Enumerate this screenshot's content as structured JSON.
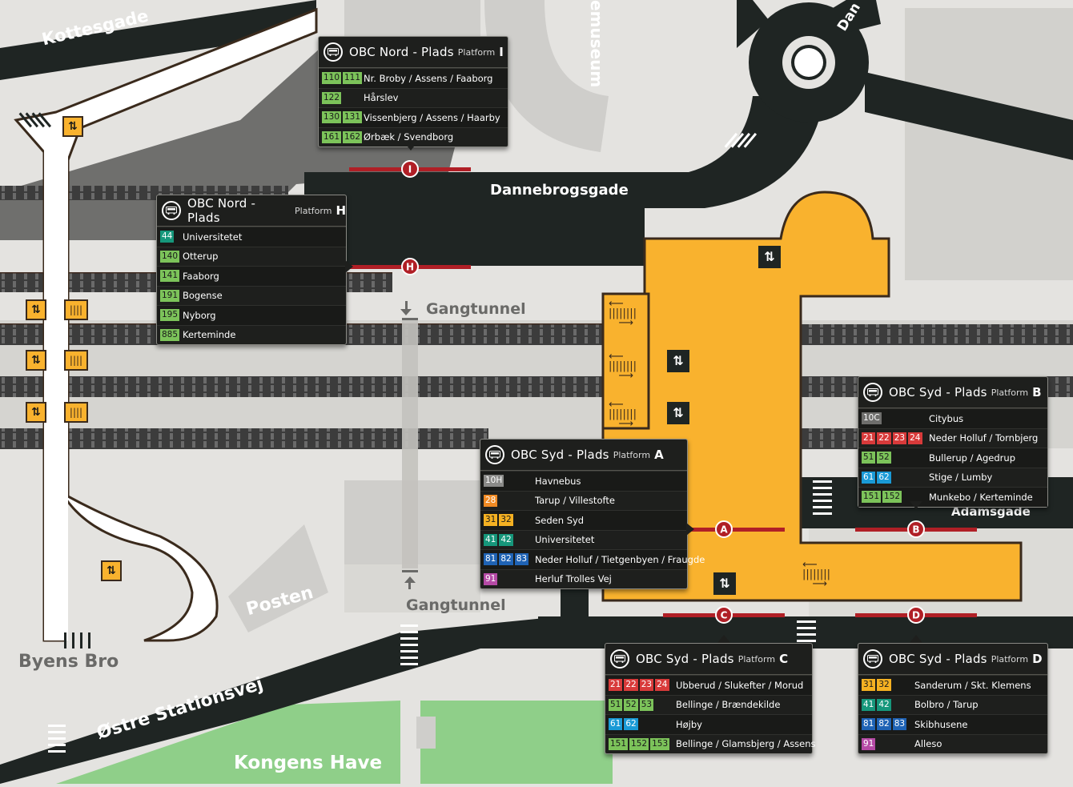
{
  "colors": {
    "background": "#e4e3e0",
    "road": "#1f2523",
    "station": "#f9b22e",
    "platform_red": "#b01f26",
    "rail": "#4a4a4a",
    "park": "#8fcf89"
  },
  "streets": {
    "kottesgade": "Kottesgade",
    "dannebrogsgade": "Dannebrogsgade",
    "dan_partial": "Dan",
    "museum_partial": "emuseum",
    "adamsgade": "Adamsgade",
    "ostre_stationsvej": "Østre Stationsvej",
    "byens_bro": "Byens Bro",
    "gangtunnel_top": "Gangtunnel",
    "gangtunnel_bottom": "Gangtunnel",
    "posten": "Posten",
    "kongens_have": "Kongens Have"
  },
  "icons": {
    "stairs": "stairs-up-down-icon",
    "escalator": "escalator-icon",
    "bus": "bus-icon",
    "arrow_down": "arrow-down-icon",
    "arrow_up": "arrow-up-icon"
  },
  "platforms": [
    {
      "id": "I",
      "title": "OBC Nord - Plads",
      "platform_word": "Platform",
      "letter": "I",
      "routes": [
        {
          "badges": [
            {
              "t": "110",
              "c": "#7cc35a"
            },
            {
              "t": "111",
              "c": "#7cc35a"
            }
          ],
          "dest": "Nr. Broby / Assens / Faaborg"
        },
        {
          "badges": [
            {
              "t": "122",
              "c": "#7cc35a"
            }
          ],
          "dest": "Hårslev"
        },
        {
          "badges": [
            {
              "t": "130",
              "c": "#7cc35a"
            },
            {
              "t": "131",
              "c": "#7cc35a"
            }
          ],
          "dest": "Vissenbjerg / Assens / Haarby"
        },
        {
          "badges": [
            {
              "t": "161",
              "c": "#7cc35a"
            },
            {
              "t": "162",
              "c": "#7cc35a"
            }
          ],
          "dest": "Ørbæk / Svendborg"
        }
      ]
    },
    {
      "id": "H",
      "title": "OBC Nord - Plads",
      "platform_word": "Platform",
      "letter": "H",
      "routes": [
        {
          "badges": [
            {
              "t": "44",
              "c": "#16977b"
            }
          ],
          "dest": "Universitetet"
        },
        {
          "badges": [
            {
              "t": "140",
              "c": "#7cc35a"
            }
          ],
          "dest": "Otterup"
        },
        {
          "badges": [
            {
              "t": "141",
              "c": "#7cc35a"
            }
          ],
          "dest": "Faaborg"
        },
        {
          "badges": [
            {
              "t": "191",
              "c": "#7cc35a"
            }
          ],
          "dest": "Bogense"
        },
        {
          "badges": [
            {
              "t": "195",
              "c": "#7cc35a"
            }
          ],
          "dest": "Nyborg"
        },
        {
          "badges": [
            {
              "t": "885",
              "c": "#7cc35a"
            }
          ],
          "dest": "Kerteminde"
        }
      ]
    },
    {
      "id": "A",
      "title": "OBC Syd - Plads",
      "platform_word": "Platform",
      "letter": "A",
      "routes": [
        {
          "badges": [
            {
              "t": "10H",
              "c": "#8a8a88"
            }
          ],
          "dest": "Havnebus"
        },
        {
          "badges": [
            {
              "t": "28",
              "c": "#f08a24"
            }
          ],
          "dest": "Tarup / Villestofte"
        },
        {
          "badges": [
            {
              "t": "31",
              "c": "#f5b122"
            },
            {
              "t": "32",
              "c": "#f5b122"
            }
          ],
          "dest": "Seden Syd"
        },
        {
          "badges": [
            {
              "t": "41",
              "c": "#16977b"
            },
            {
              "t": "42",
              "c": "#16977b"
            }
          ],
          "dest": "Universitetet"
        },
        {
          "badges": [
            {
              "t": "81",
              "c": "#1f63b5"
            },
            {
              "t": "82",
              "c": "#1f63b5"
            },
            {
              "t": "83",
              "c": "#1f63b5"
            }
          ],
          "dest": "Neder Holluf / Tietgenbyen / Fraugde"
        },
        {
          "badges": [
            {
              "t": "91",
              "c": "#b54aa5"
            }
          ],
          "dest": "Herluf Trolles Vej"
        }
      ]
    },
    {
      "id": "B",
      "title": "OBC Syd - Plads",
      "platform_word": "Platform",
      "letter": "B",
      "routes": [
        {
          "badges": [
            {
              "t": "10C",
              "c": "#6e6e6c"
            }
          ],
          "dest": "Citybus"
        },
        {
          "badges": [
            {
              "t": "21",
              "c": "#d83a3a"
            },
            {
              "t": "22",
              "c": "#d83a3a"
            },
            {
              "t": "23",
              "c": "#d83a3a"
            },
            {
              "t": "24",
              "c": "#d83a3a"
            }
          ],
          "dest": "Neder Holluf / Tornbjerg"
        },
        {
          "badges": [
            {
              "t": "51",
              "c": "#7cc35a"
            },
            {
              "t": "52",
              "c": "#7cc35a"
            }
          ],
          "dest": "Bullerup / Agedrup"
        },
        {
          "badges": [
            {
              "t": "61",
              "c": "#1a9ad6"
            },
            {
              "t": "62",
              "c": "#1a9ad6"
            }
          ],
          "dest": "Stige / Lumby"
        },
        {
          "badges": [
            {
              "t": "151",
              "c": "#7cc35a"
            },
            {
              "t": "152",
              "c": "#7cc35a"
            }
          ],
          "dest": "Munkebo / Kerteminde"
        }
      ]
    },
    {
      "id": "C",
      "title": "OBC Syd - Plads",
      "platform_word": "Platform",
      "letter": "C",
      "routes": [
        {
          "badges": [
            {
              "t": "21",
              "c": "#d83a3a"
            },
            {
              "t": "22",
              "c": "#d83a3a"
            },
            {
              "t": "23",
              "c": "#d83a3a"
            },
            {
              "t": "24",
              "c": "#d83a3a"
            }
          ],
          "dest": "Ubberud / Slukefter / Morud"
        },
        {
          "badges": [
            {
              "t": "51",
              "c": "#7cc35a"
            },
            {
              "t": "52",
              "c": "#7cc35a"
            },
            {
              "t": "53",
              "c": "#7cc35a"
            }
          ],
          "dest": "Bellinge / Brændekilde"
        },
        {
          "badges": [
            {
              "t": "61",
              "c": "#1a9ad6"
            },
            {
              "t": "62",
              "c": "#1a9ad6"
            }
          ],
          "dest": "Højby"
        },
        {
          "badges": [
            {
              "t": "151",
              "c": "#7cc35a"
            },
            {
              "t": "152",
              "c": "#7cc35a"
            },
            {
              "t": "153",
              "c": "#7cc35a"
            }
          ],
          "dest": "Bellinge / Glamsbjerg / Assens"
        }
      ]
    },
    {
      "id": "D",
      "title": "OBC Syd - Plads",
      "platform_word": "Platform",
      "letter": "D",
      "routes": [
        {
          "badges": [
            {
              "t": "31",
              "c": "#f5b122"
            },
            {
              "t": "32",
              "c": "#f5b122"
            }
          ],
          "dest": "Sanderum / Skt. Klemens"
        },
        {
          "badges": [
            {
              "t": "41",
              "c": "#16977b"
            },
            {
              "t": "42",
              "c": "#16977b"
            }
          ],
          "dest": "Bolbro / Tarup"
        },
        {
          "badges": [
            {
              "t": "81",
              "c": "#1f63b5"
            },
            {
              "t": "82",
              "c": "#1f63b5"
            },
            {
              "t": "83",
              "c": "#1f63b5"
            }
          ],
          "dest": "Skibhusene"
        },
        {
          "badges": [
            {
              "t": "91",
              "c": "#b54aa5"
            }
          ],
          "dest": "Alleso"
        }
      ]
    }
  ]
}
